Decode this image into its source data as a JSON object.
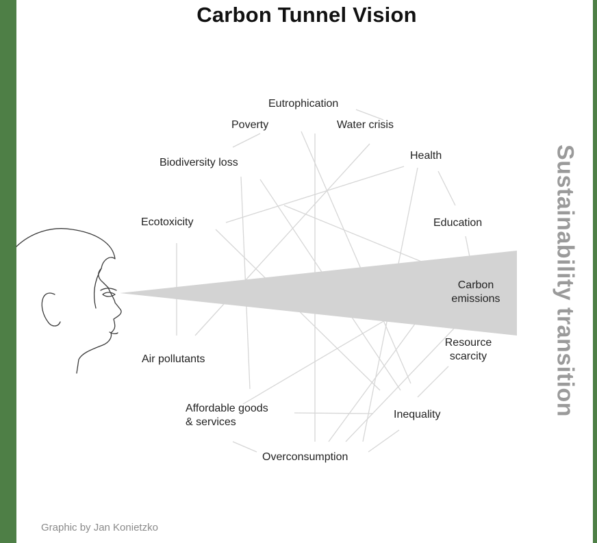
{
  "title": "Carbon Tunnel Vision",
  "side_label": "Sustainability transition",
  "credit": "Graphic by Jan Konietzko",
  "nodes": {
    "eutrophication": "Eutrophication",
    "poverty": "Poverty",
    "water_crisis": "Water crisis",
    "health": "Health",
    "biodiversity_loss": "Biodiversity loss",
    "ecotoxicity": "Ecotoxicity",
    "education": "Education",
    "carbon_emissions_line1": "Carbon",
    "carbon_emissions_line2": "emissions",
    "resource_scarcity_line1": "Resource",
    "resource_scarcity_line2": "scarcity",
    "air_pollutants": "Air pollutants",
    "affordable_line1": "Affordable goods",
    "affordable_line2": "& services",
    "inequality": "Inequality",
    "overconsumption": "Overconsumption"
  },
  "colors": {
    "frame": "#4e7f46",
    "cone": "#d3d3d3",
    "links": "#d6d6d6",
    "side_label": "#9a9a9a"
  }
}
